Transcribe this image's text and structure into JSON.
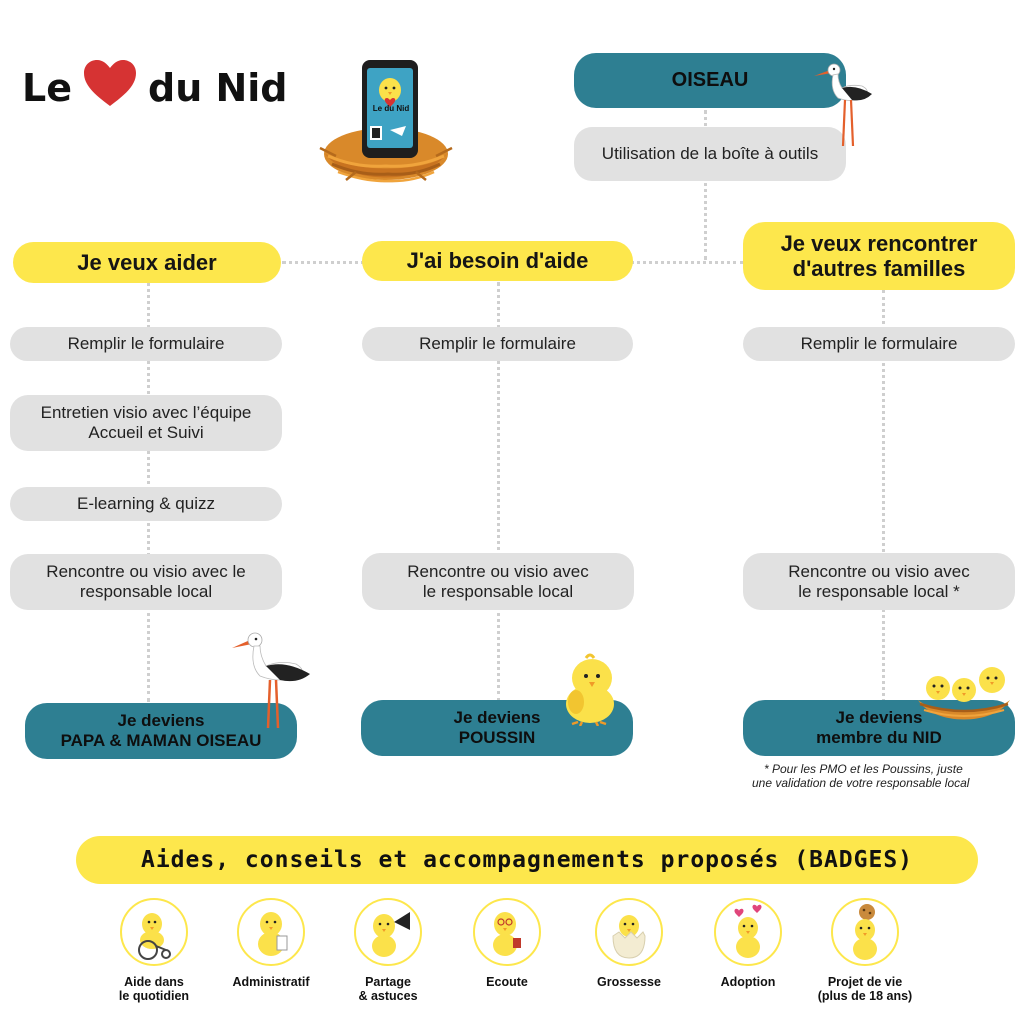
{
  "logo": {
    "word_left": "Le",
    "word_right": "du Nid",
    "heart_color": "#d63333"
  },
  "phone_screen": {
    "line1": "Le",
    "line2": "du Nid"
  },
  "oiseau": {
    "title": "OISEAU",
    "step": "Utilisation de la boîte à outils"
  },
  "columns": [
    {
      "title": "Je veux aider",
      "steps": [
        {
          "lines": [
            "Remplir le formulaire"
          ]
        },
        {
          "lines": [
            "Entretien visio avec l’équipe",
            "Accueil et Suivi"
          ]
        },
        {
          "lines": [
            "E-learning & quizz"
          ]
        },
        {
          "lines": [
            "Rencontre ou visio avec le",
            "responsable local"
          ]
        }
      ],
      "result": [
        "Je deviens",
        "PAPA & MAMAN OISEAU"
      ]
    },
    {
      "title": "J'ai besoin d'aide",
      "steps": [
        {
          "lines": [
            "Remplir le formulaire"
          ]
        },
        {
          "lines": [
            "Rencontre ou visio avec",
            "le responsable local"
          ]
        }
      ],
      "result": [
        "Je deviens",
        "POUSSIN"
      ]
    },
    {
      "title": [
        "Je veux rencontrer",
        "d'autres familles"
      ],
      "steps": [
        {
          "lines": [
            "Remplir le formulaire"
          ]
        },
        {
          "lines": [
            "Rencontre ou visio avec",
            "le responsable local   *"
          ]
        }
      ],
      "result": [
        "Je deviens",
        "membre du NID"
      ]
    }
  ],
  "footnote": [
    "*     Pour les PMO et les Poussins, juste",
    "une validation de votre responsable local"
  ],
  "badges_title": "Aides, conseils et accompagnements proposés  (BADGES)",
  "badges": [
    {
      "lines": [
        "Aide dans",
        "le quotidien"
      ],
      "icon": "chick-wheelchair-icon"
    },
    {
      "lines": [
        "Administratif"
      ],
      "icon": "chick-icon"
    },
    {
      "lines": [
        "Partage",
        "& astuces"
      ],
      "icon": "chick-megaphone-icon"
    },
    {
      "lines": [
        "Ecoute"
      ],
      "icon": "chick-glasses-icon"
    },
    {
      "lines": [
        "Grossesse"
      ],
      "icon": "chick-egg-icon"
    },
    {
      "lines": [
        "Adoption"
      ],
      "icon": "chick-hearts-icon"
    },
    {
      "lines": [
        "Projet de vie",
        "(plus de 18 ans)"
      ],
      "icon": "chick-cookie-icon"
    }
  ],
  "colors": {
    "yellow": "#fde74c",
    "gray": "#e1e1e1",
    "teal": "#2e7f92",
    "connector": "#cfcfcf"
  }
}
